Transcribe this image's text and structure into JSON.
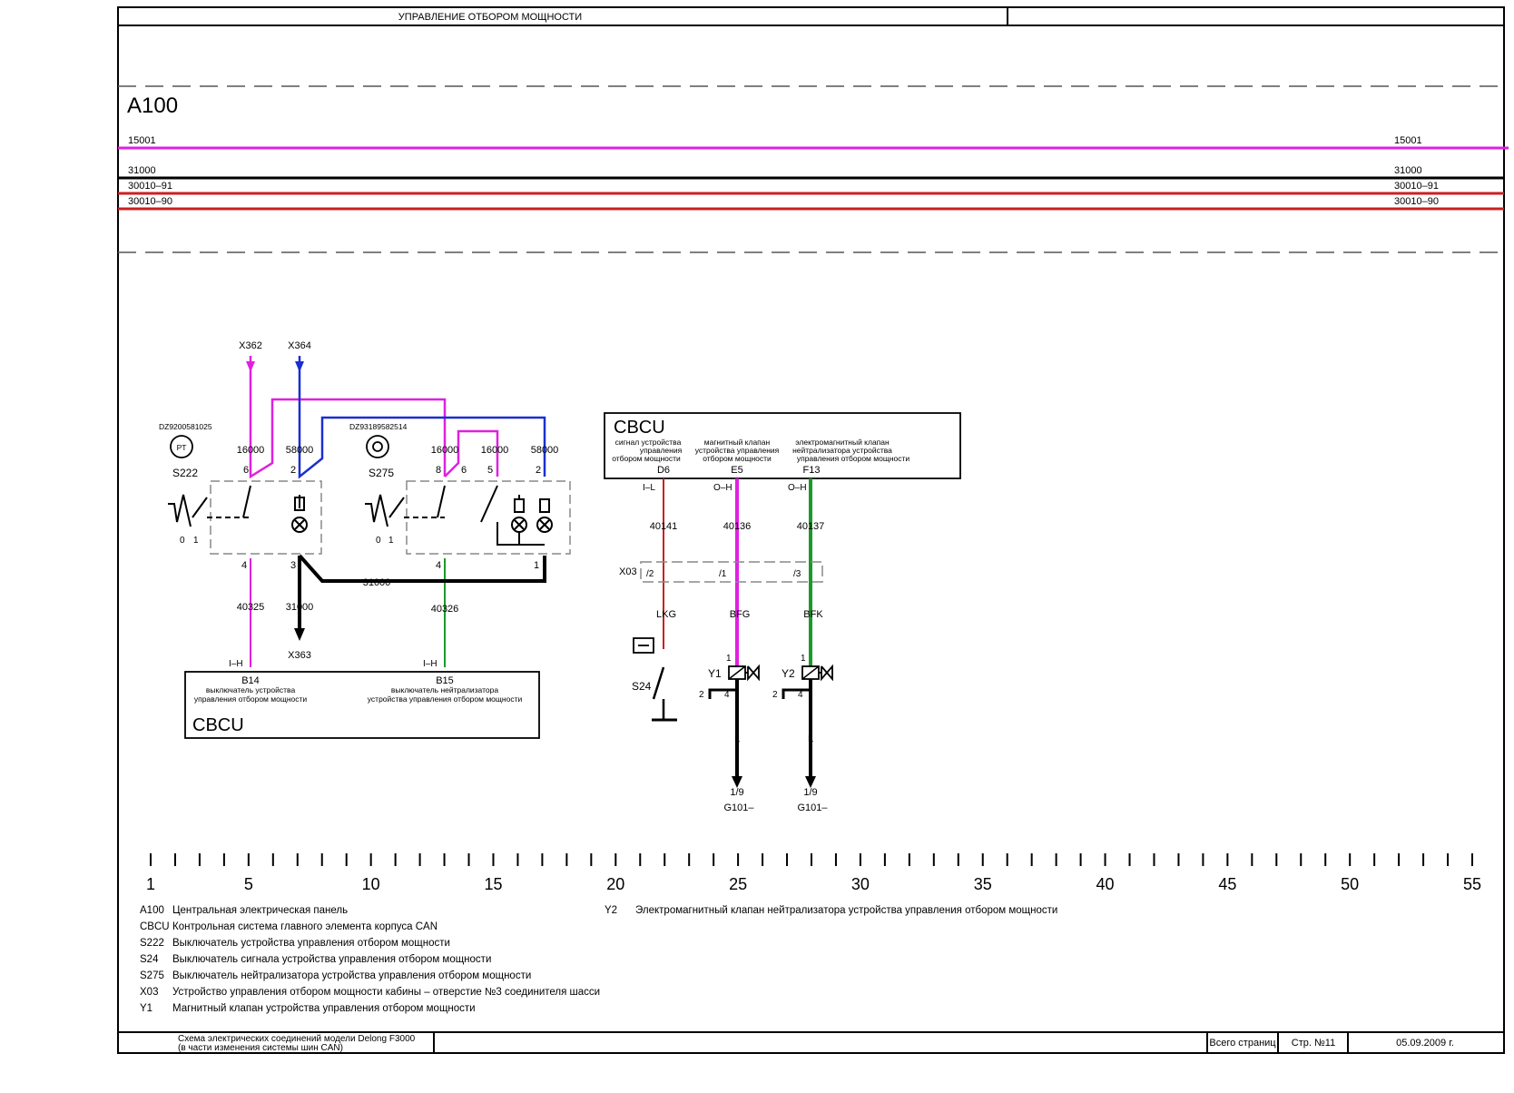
{
  "header": {
    "title": "УПРАВЛЕНИЕ ОТБОРОМ МОЩНОСТИ"
  },
  "panel": {
    "name": "A100"
  },
  "bus_lines": [
    {
      "left": "15001",
      "right": "15001",
      "color": "#e020e0"
    },
    {
      "left": "31000",
      "right": "31000",
      "color": "#000000"
    },
    {
      "left": "30010–91",
      "right": "30010–91",
      "color": "#cc1f1f"
    },
    {
      "left": "30010–90",
      "right": "30010–90",
      "color": "#cc1f1f"
    }
  ],
  "colors": {
    "magenta": "#e020e0",
    "blue": "#1a2fd0",
    "red": "#cc1f1f",
    "green": "#1a9a2a",
    "black": "#000000"
  },
  "switches": {
    "s222": {
      "name": "S222",
      "part_no": "DZ9200581025",
      "icon": "pto-switch-icon",
      "top_connectors": [
        "X362",
        "X364"
      ],
      "wires_top": [
        "16000",
        "58000"
      ],
      "pins_top": [
        "6",
        "2"
      ],
      "pins_bottom": [
        "4",
        "3"
      ],
      "positions": [
        "0",
        "1"
      ],
      "wires_bottom": [
        "40325",
        "31000"
      ],
      "bottom_connector": "X363"
    },
    "s275": {
      "name": "S275",
      "part_no": "DZ93189582514",
      "icon": "neutralizer-switch-icon",
      "wires_top": [
        "16000",
        "16000",
        "58000"
      ],
      "pins_top": [
        "8",
        "6",
        "5",
        "2"
      ],
      "pins_bottom": [
        "4",
        "1"
      ],
      "positions": [
        "0",
        "1"
      ],
      "wire_bottom": "40326",
      "ground_wire": "31000"
    }
  },
  "cbcu_bottom": {
    "title": "CBCU",
    "pins": [
      {
        "type": "I–H",
        "pin": "B14",
        "desc_line1": "выключатель устройства",
        "desc_line2": "управления отбором мощности"
      },
      {
        "type": "I–H",
        "pin": "B15",
        "desc_line1": "выключатель нейтрализатора",
        "desc_line2": "устройства управления отбором мощности"
      }
    ]
  },
  "cbcu_top": {
    "title": "CBCU",
    "pins": [
      {
        "desc": [
          "сигнал устройства",
          "управления",
          "отбором мощности"
        ],
        "pin": "D6",
        "type": "I–L",
        "wire": "40141",
        "conn_pin": "/2",
        "wire_color": "LKG"
      },
      {
        "desc": [
          "магнитный клапан",
          "устройства управления",
          "отбором мощности"
        ],
        "pin": "E5",
        "type": "O–H",
        "wire": "40136",
        "conn_pin": "/1",
        "wire_color": "BFG"
      },
      {
        "desc": [
          "электромагнитный клапан",
          "нейтрализатора устройства",
          "управления отбором мощности"
        ],
        "pin": "F13",
        "type": "O–H",
        "wire": "40137",
        "conn_pin": "/3",
        "wire_color": "BFK"
      }
    ],
    "connector": "X03"
  },
  "s24": {
    "name": "S24"
  },
  "valves": [
    {
      "name": "Y1",
      "pin_in": "1",
      "pin_a": "2",
      "pin_b": "4",
      "wire": "L",
      "ground_pin": "1/9",
      "ground": "G101–"
    },
    {
      "name": "Y2",
      "pin_in": "1",
      "pin_a": "2",
      "pin_b": "4",
      "wire": "L",
      "ground_pin": "1/9",
      "ground": "G101–"
    }
  ],
  "ruler": {
    "labels": [
      "1",
      "5",
      "10",
      "15",
      "20",
      "25",
      "30",
      "35",
      "40",
      "45",
      "50",
      "55"
    ]
  },
  "legend_left": [
    {
      "code": "A100",
      "text": "Центральная электрическая панель"
    },
    {
      "code": "CBCU",
      "text": "Контрольная система главного элемента корпуса CAN"
    },
    {
      "code": "S222",
      "text": "Выключатель устройства управления отбором мощности"
    },
    {
      "code": "S24",
      "text": "Выключатель сигнала устройства управления отбором мощности"
    },
    {
      "code": "S275",
      "text": "Выключатель нейтрализатора устройства управления отбором мощности"
    },
    {
      "code": "X03",
      "text": "Устройство управления отбором мощности кабины – отверстие №3 соединителя шасси"
    },
    {
      "code": "Y1",
      "text": "Магнитный клапан устройства управления отбором мощности"
    }
  ],
  "legend_right": [
    {
      "code": "Y2",
      "text": "Электромагнитный клапан нейтрализатора устройства управления отбором мощности"
    }
  ],
  "footer": {
    "doc_line1": "Схема электрических соединений модели Delong F3000",
    "doc_line2": "(в части изменения системы шин CAN)",
    "pages_label": "Всего страниц",
    "page_label": "Стр. №11",
    "date": "05.09.2009 г."
  }
}
